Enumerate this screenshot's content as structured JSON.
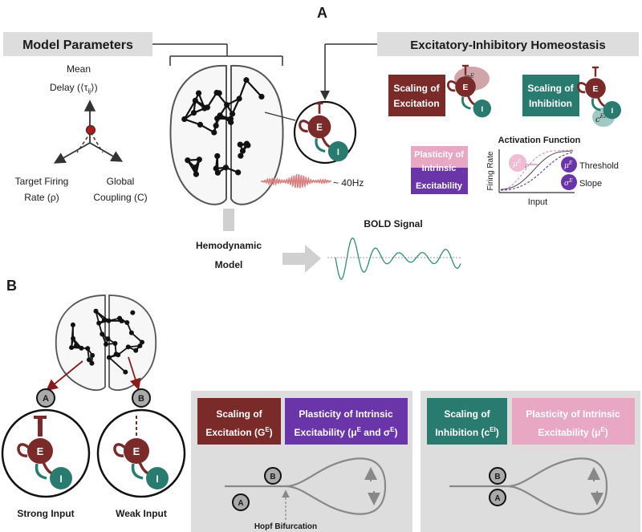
{
  "panel_a": {
    "letter": "A",
    "model_parameters": {
      "title": "Model Parameters",
      "axis_mean_line1": "Mean",
      "axis_mean_line2": "Delay (⟨τ",
      "axis_mean_sub": "ij",
      "axis_mean_close": "⟩)",
      "axis_rate_line1": "Target Firing",
      "axis_rate_line2": "Rate (ρ)",
      "axis_coupling_line1": "Global",
      "axis_coupling_line2": "Coupling (C)"
    },
    "oscillation_label": "~ 40Hz",
    "hemodynamic_line1": "Hemodynamic",
    "hemodynamic_line2": "Model",
    "bold_title": "BOLD Signal",
    "ei_homeostasis": {
      "title": "Excitatory-Inhibitory Homeostasis",
      "scaling_excitation_line1": "Scaling of",
      "scaling_excitation_line2": "Excitation",
      "scaling_inhibition_line1": "Scaling of",
      "scaling_inhibition_line2": "Inhibition",
      "plasticity_line1": "Plasticity of",
      "plasticity_line2": "Intrinsic",
      "plasticity_line3": "Excitability",
      "activation_title": "Activation Function",
      "activation_ylabel": "Firing Rate",
      "activation_xlabel": "Input",
      "threshold_label": "Threshold",
      "slope_label": "Slope",
      "ge_symbol": "G",
      "ge_sup": "E",
      "cei_symbol": "c",
      "cei_sup": "EI",
      "mu_symbol": "μ",
      "mu_sup": "E",
      "sigma_symbol": "σ",
      "sigma_sup": "E"
    },
    "node_e": "E",
    "node_i": "I"
  },
  "panel_b": {
    "letter": "B",
    "marker_a": "A",
    "marker_b": "B",
    "strong_input": "Strong Input",
    "weak_input": "Weak Input",
    "node_e": "E",
    "node_i": "I",
    "box1_scaling_line1": "Scaling of",
    "box1_scaling_line2": "Excitation (G",
    "box1_scaling_sup": "E",
    "box1_scaling_close": ")",
    "box1_plasticity_line1": "Plasticity of Intrinsic",
    "box1_plasticity_line2": "Excitability (μ",
    "box1_plasticity_mid": " and σ",
    "box1_plasticity_close": ")",
    "box2_scaling_line1": "Scaling of",
    "box2_scaling_line2": "Inhibition (c",
    "box2_scaling_sup": "EI",
    "box2_scaling_close": ")",
    "box2_plasticity_line1": "Plasticity of Intrinsic",
    "box2_plasticity_line2": "Excitability (μ",
    "box2_plasticity_close": ")",
    "hopf_label": "Hopf Bifurcation"
  },
  "colors": {
    "excitation": "#7b2a2a",
    "inhibition": "#2a7b6f",
    "plasticity_light": "#e8a8c4",
    "plasticity_dark": "#6a35a8",
    "gray_box": "#dddddd",
    "bold_line": "#2f8f6f",
    "oscillation": "#d88080"
  }
}
